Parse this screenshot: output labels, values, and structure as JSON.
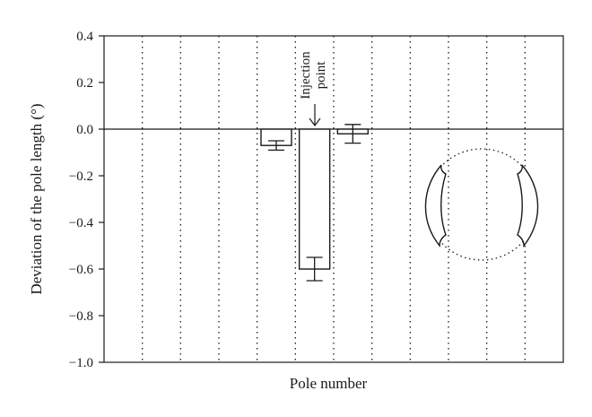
{
  "chart_data": {
    "type": "bar",
    "xlabel": "Pole number",
    "ylabel": "Deviation of the pole length (°)",
    "ylim": [
      -1.0,
      0.4
    ],
    "yticks": [
      0.4,
      0.2,
      0.0,
      -0.2,
      -0.4,
      -0.6,
      -0.8,
      -1.0
    ],
    "ytick_labels": [
      "0.4",
      "0.2",
      "0.0",
      "−0.2",
      "−0.4",
      "−0.6",
      "−0.8",
      "−1.0"
    ],
    "category_count": 12,
    "grid": "vertical dotted lines between poles",
    "bars": [
      {
        "pole": 5,
        "value": -0.07,
        "error": 0.02
      },
      {
        "pole": 6,
        "value": -0.6,
        "error": 0.05
      },
      {
        "pole": 7,
        "value": -0.02,
        "error": 0.04
      }
    ],
    "annotation": {
      "line1": "Injection",
      "line2": "point",
      "target_pole": 6
    },
    "inset": "rotor-stator schematic (dotted circle with two arc-shaped poles)"
  }
}
